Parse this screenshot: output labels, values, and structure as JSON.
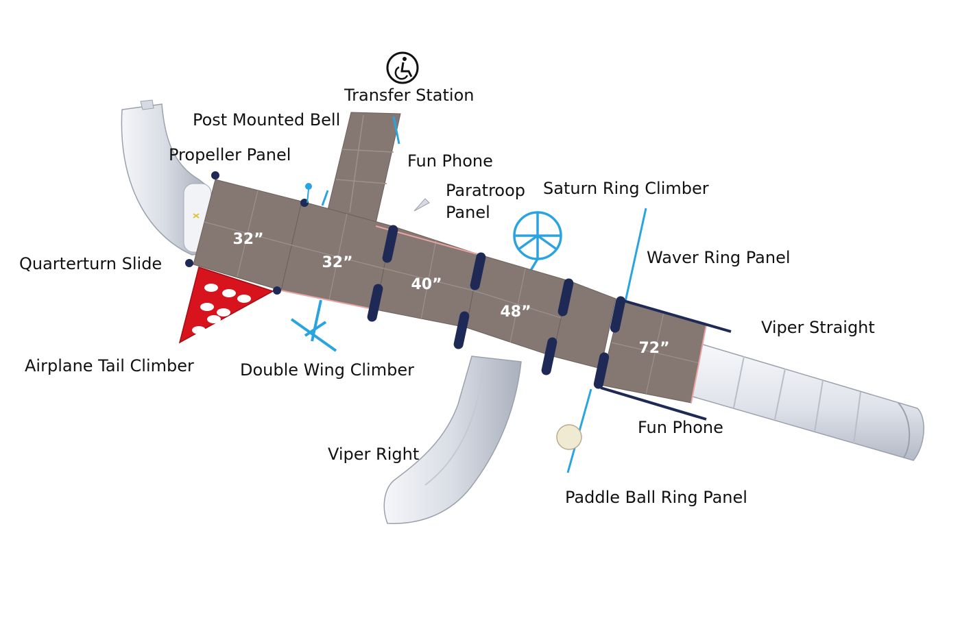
{
  "labels": {
    "transfer_station": "Transfer Station",
    "post_mounted_bell": "Post Mounted Bell",
    "propeller_panel": "Propeller Panel",
    "fun_phone_top": "Fun Phone",
    "paratroop_panel_1": "Paratroop",
    "paratroop_panel_2": "Panel",
    "saturn_ring_climber": "Saturn Ring Climber",
    "waver_ring_panel": "Waver Ring Panel",
    "quarterturn_slide": "Quarterturn Slide",
    "viper_straight": "Viper Straight",
    "airplane_tail_climber": "Airplane Tail Climber",
    "double_wing_climber": "Double Wing Climber",
    "fun_phone_bottom": "Fun Phone",
    "viper_right": "Viper Right",
    "paddle_ball_ring_panel": "Paddle Ball Ring Panel"
  },
  "decks": [
    "32”",
    "32”",
    "40”",
    "48”",
    "72”"
  ],
  "colors": {
    "deck": "#857873",
    "deck_seam": "#9c918c",
    "post": "#1e2a55",
    "climber_blue": "#2aa4e0",
    "slide": "#e4e7ee",
    "slide_shade": "#b9bec9",
    "tail_red": "#d7131d"
  },
  "icons": {
    "accessibility": "wheelchair-icon"
  }
}
